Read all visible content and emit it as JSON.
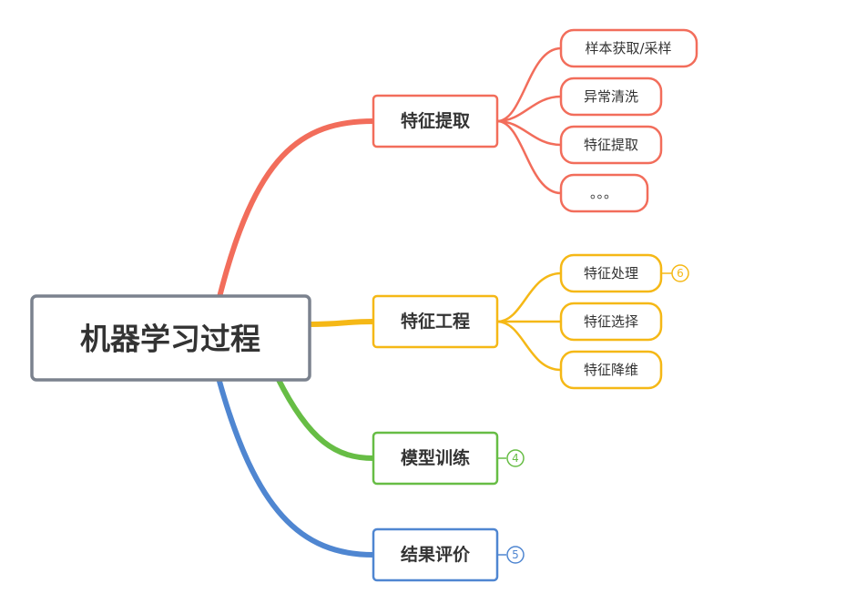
{
  "root": {
    "label": "机器学习过程",
    "border_color": "#7b828e"
  },
  "branches": [
    {
      "label": "特征提取",
      "color": "#f26d5b",
      "children": [
        {
          "label": "样本获取/采样"
        },
        {
          "label": "异常清洗"
        },
        {
          "label": "特征提取"
        },
        {
          "label": "。。。"
        }
      ]
    },
    {
      "label": "特征工程",
      "color": "#f5b816",
      "children": [
        {
          "label": "特征处理",
          "badge": "6"
        },
        {
          "label": "特征选择"
        },
        {
          "label": "特征降维"
        }
      ]
    },
    {
      "label": "模型训练",
      "color": "#67bd45",
      "badge": "4",
      "children": []
    },
    {
      "label": "结果评价",
      "color": "#4f86d1",
      "badge": "5",
      "children": []
    }
  ]
}
